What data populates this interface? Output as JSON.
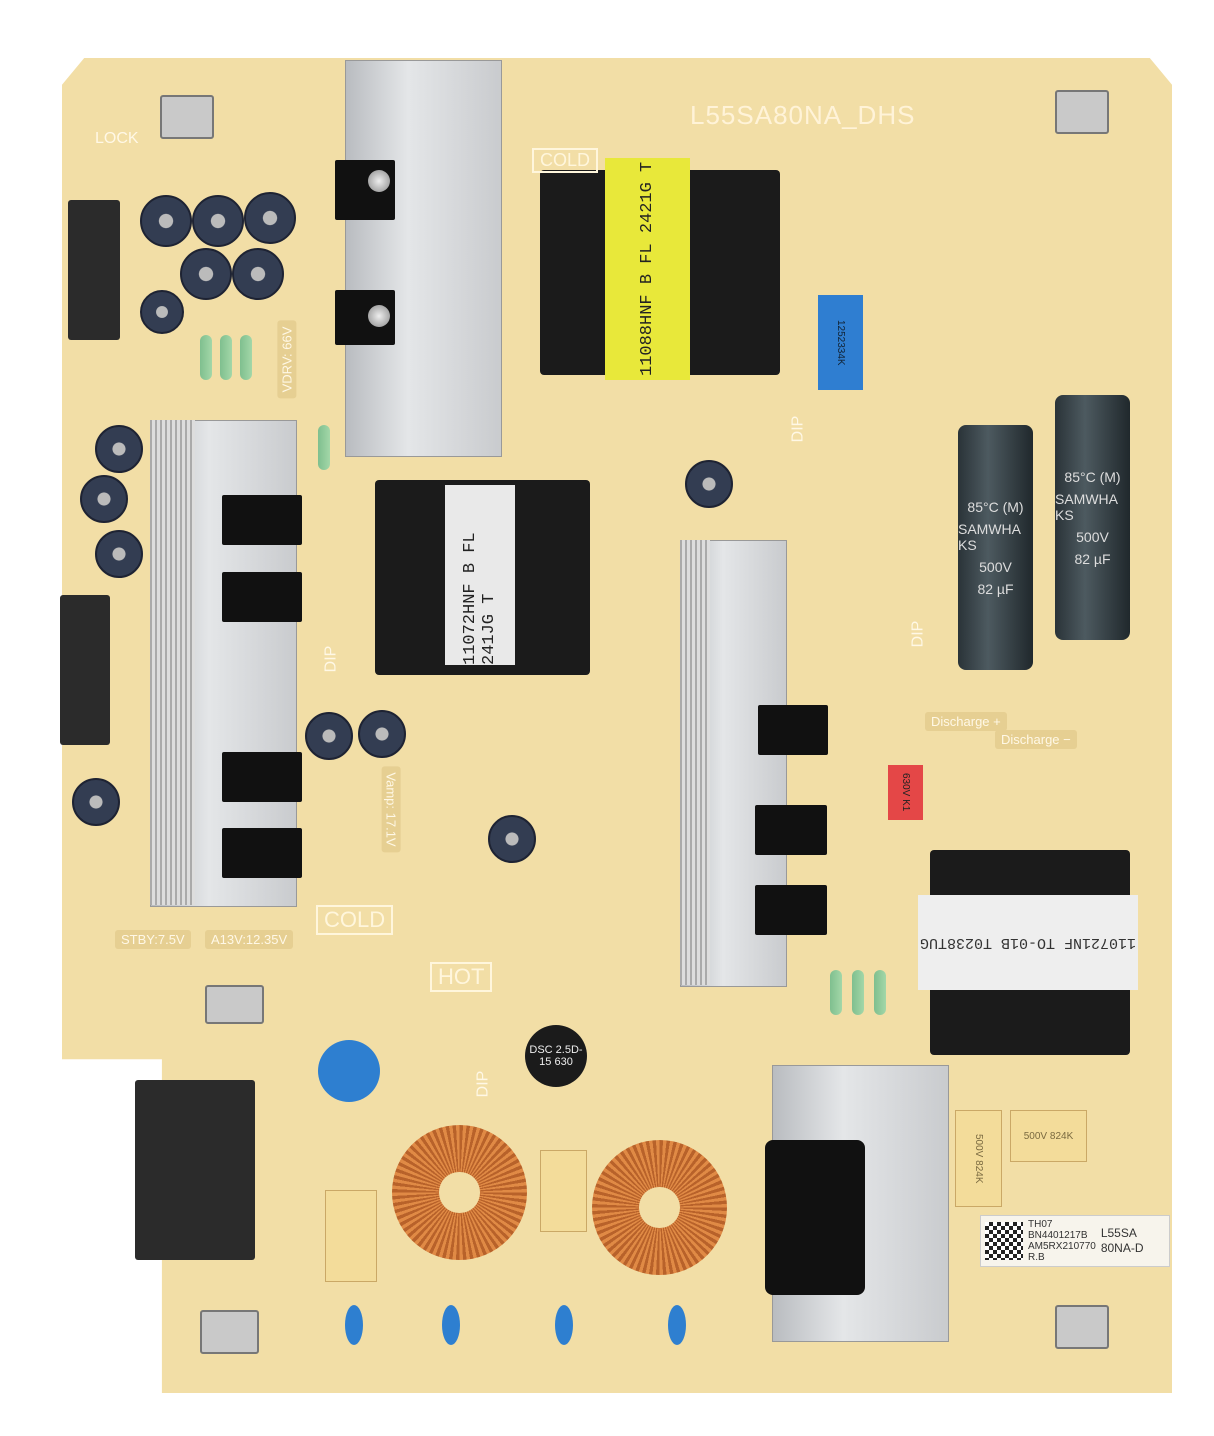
{
  "board": {
    "model": "L55SA80NA_DHS",
    "cold": "COLD",
    "hot": "HOT",
    "dip": "DIP",
    "lock": "LOCK",
    "vdrv": "VDRV: 66V",
    "vamp": "Vamp: 17.1V",
    "stby": "STBY:7.5V",
    "a13v": "A13V:12.35V",
    "discharge_plus": "Discharge +",
    "discharge_minus": "Discharge −"
  },
  "transformers": {
    "main": "11088HNF B  FL 2421G T",
    "aux": "11072HNF B  FL 241JG T",
    "standby": "110721NF  TO-01B T0238TUG"
  },
  "capacitors": {
    "hv_voltage": "500V",
    "hv_capacitance": "82 µF",
    "hv_temp": "85°C (M)",
    "hv_brand": "SAMWHA KS",
    "film_red": "630V K1",
    "film_yellow": "500V 824K",
    "blue_box": "1252334K"
  },
  "thermistor": "DSC 2.5D-15 630",
  "label": {
    "l1": "TH07",
    "l2": "BN4401217B",
    "l3": "AM5RX210770",
    "l4": "R.B",
    "model1": "L55SA",
    "model2": "80NA-D"
  }
}
